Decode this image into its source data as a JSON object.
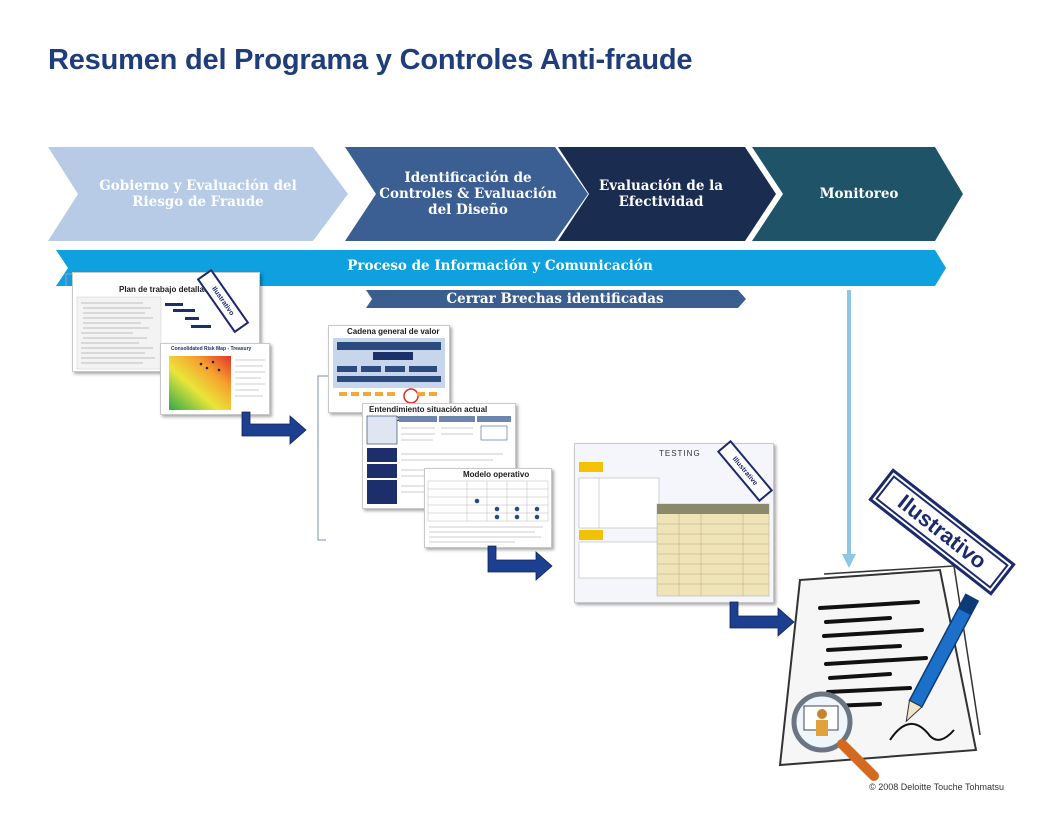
{
  "title": "Resumen del Programa y Controles Anti-fraude",
  "phases": [
    {
      "label": "Gobierno y Evaluación del Riesgo de Fraude",
      "color": "#b7cbe6",
      "text_color": "#ffffff"
    },
    {
      "label": "Identificación de Controles & Evaluación del Diseño",
      "color": "#3b5f92",
      "text_color": "#ffffff"
    },
    {
      "label": "Evaluación de la Efectividad",
      "color": "#1a2c4f",
      "text_color": "#ffffff"
    },
    {
      "label": "Monitoreo",
      "color": "#1f5468",
      "text_color": "#ffffff"
    }
  ],
  "info_band": {
    "label": "Proceso de Información y Comunicación",
    "color": "#0fa0df"
  },
  "gap_band": {
    "label": "Cerrar Brechas identificadas",
    "color": "#3a5f8f"
  },
  "thumbnails": {
    "plan": {
      "title": "Plan de trabajo detallado"
    },
    "heatmap": {
      "title": "Consolidated Risk Map - Treasury"
    },
    "value_chain": {
      "title": "Cadena general de valor"
    },
    "process": {
      "title": "Entendimiento situación actual proceso"
    },
    "model": {
      "title": "Modelo operativo"
    },
    "testing": {
      "title": "TESTING"
    }
  },
  "stamps": {
    "small": "Ilustrativo",
    "small_en": "Illustrative",
    "big": "Ilustrativo"
  },
  "copyright": "© 2008 Deloitte Touche Tohmatsu",
  "colors": {
    "title": "#1f3d7a",
    "arrow_blue": "#1d3f8f",
    "arrow_light": "#8ec7e6"
  }
}
